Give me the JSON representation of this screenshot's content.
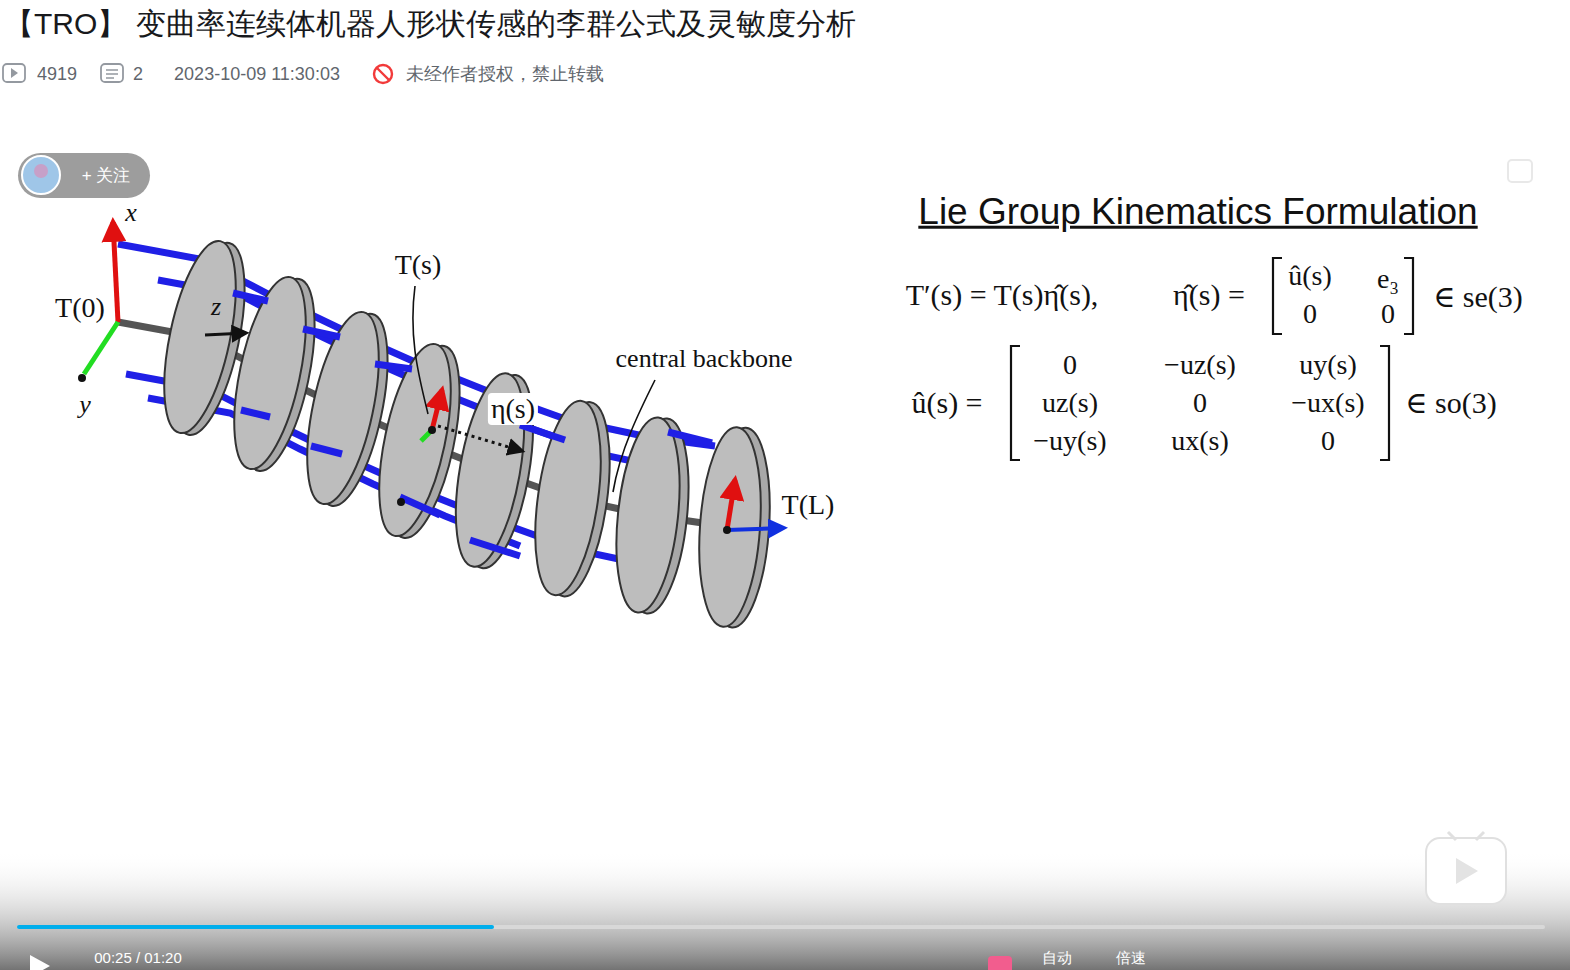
{
  "diagram": {
    "title": "【TRO】 变曲率连续体机器人形状传感的李群公式及灵敏度分析",
    "labels": [
      "4919",
      "2",
      "2023-10-09 11:30:03",
      "未经作者授权，禁止转载",
      "+ 关注",
      "x",
      "y",
      "z",
      "T(0)",
      "T(s)",
      "η(s)",
      "central backbone",
      "T(L)",
      "Lie Group Kinematics Formulation",
      "T′(s) = T(s)η̂(s),",
      "η̂(s) =",
      "û(s)",
      "e₃",
      "0",
      "0",
      "∈ se(3)",
      "û(s) =",
      "0",
      "−uz(s)",
      "uy(s)",
      "uz(s)",
      "0",
      "−ux(s)",
      "−uy(s)",
      "ux(s)",
      "0",
      "∈ so(3)",
      "00:25 / 01:20",
      "自动",
      "倍速"
    ]
  }
}
